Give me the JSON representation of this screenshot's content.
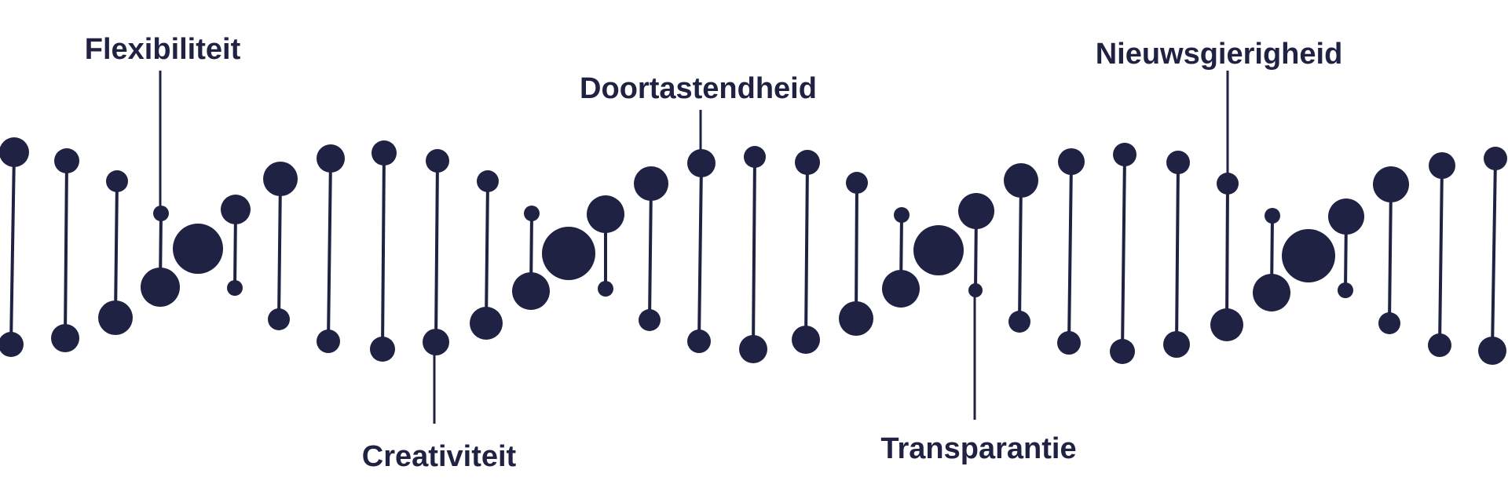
{
  "diagram": {
    "color": "#1f2242",
    "background": "#ffffff",
    "labels": {
      "flexibiliteit": "Flexibiliteit",
      "creativiteit": "Creativiteit",
      "doortastendheid": "Doortastendheid",
      "transparantie": "Transparantie",
      "nieuwsgierigheid": "Nieuwsgierigheid"
    }
  }
}
